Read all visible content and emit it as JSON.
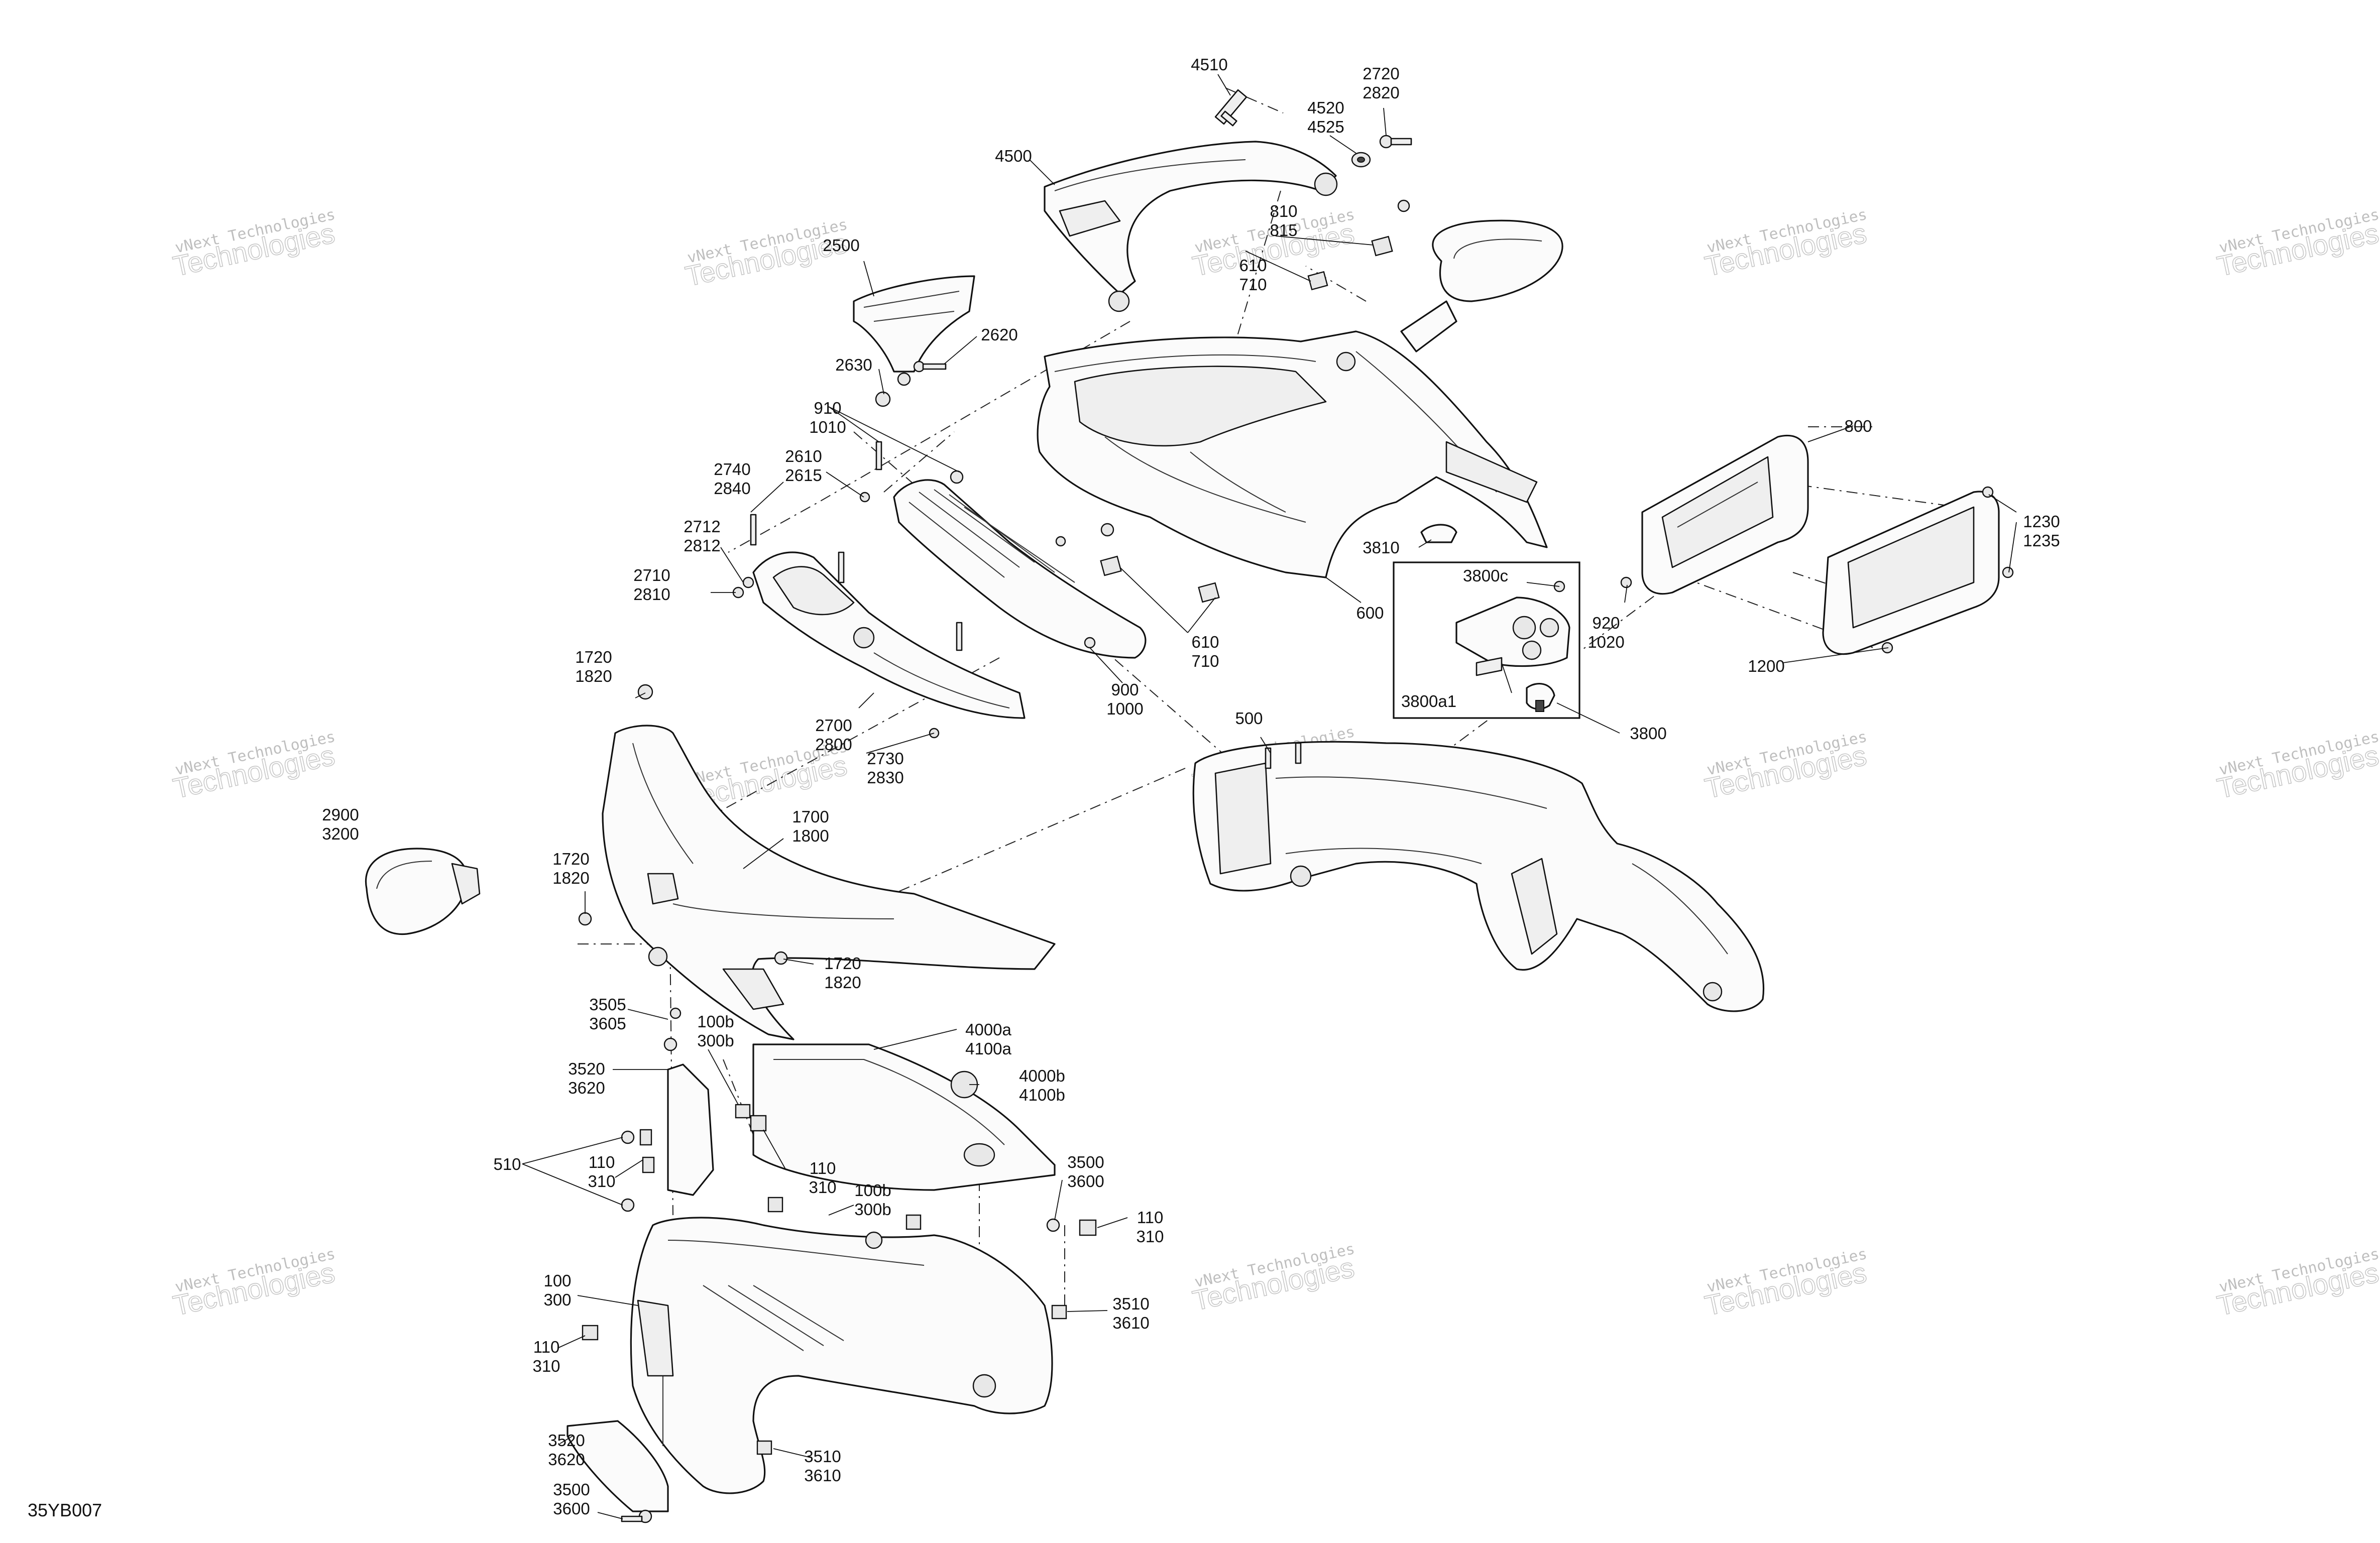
{
  "diagram": {
    "code": "35YB007",
    "watermark": {
      "line1": "vNext Technologies",
      "line2": "Technologies"
    },
    "callouts": [
      {
        "id": "c4510",
        "lines": [
          "4510"
        ]
      },
      {
        "id": "c2720",
        "lines": [
          "2720",
          "2820"
        ]
      },
      {
        "id": "c4520",
        "lines": [
          "4520",
          "4525"
        ]
      },
      {
        "id": "c4500",
        "lines": [
          "4500"
        ]
      },
      {
        "id": "c810",
        "lines": [
          "810",
          "815"
        ]
      },
      {
        "id": "c2500",
        "lines": [
          "2500"
        ]
      },
      {
        "id": "c610a",
        "lines": [
          "610",
          "710"
        ]
      },
      {
        "id": "c2620",
        "lines": [
          "2620"
        ]
      },
      {
        "id": "c2630",
        "lines": [
          "2630"
        ]
      },
      {
        "id": "c910",
        "lines": [
          "910",
          "1010"
        ]
      },
      {
        "id": "c2610",
        "lines": [
          "2610",
          "2615"
        ]
      },
      {
        "id": "c2740",
        "lines": [
          "2740",
          "2840"
        ]
      },
      {
        "id": "c800",
        "lines": [
          "800"
        ]
      },
      {
        "id": "c2712",
        "lines": [
          "2712",
          "2812"
        ]
      },
      {
        "id": "c1230",
        "lines": [
          "1230",
          "1235"
        ]
      },
      {
        "id": "c3810",
        "lines": [
          "3810"
        ]
      },
      {
        "id": "c2710",
        "lines": [
          "2710",
          "2810"
        ]
      },
      {
        "id": "c3800c",
        "lines": [
          "3800c"
        ]
      },
      {
        "id": "c600",
        "lines": [
          "600"
        ]
      },
      {
        "id": "c920",
        "lines": [
          "920",
          "1020"
        ]
      },
      {
        "id": "c610b",
        "lines": [
          "610",
          "710"
        ]
      },
      {
        "id": "c1200",
        "lines": [
          "1200"
        ]
      },
      {
        "id": "c1720a",
        "lines": [
          "1720",
          "1820"
        ]
      },
      {
        "id": "c900",
        "lines": [
          "900",
          "1000"
        ]
      },
      {
        "id": "c3800a1",
        "lines": [
          "3800a1"
        ]
      },
      {
        "id": "c3800",
        "lines": [
          "3800"
        ]
      },
      {
        "id": "c500",
        "lines": [
          "500"
        ]
      },
      {
        "id": "c2700",
        "lines": [
          "2700",
          "2800"
        ]
      },
      {
        "id": "c2730",
        "lines": [
          "2730",
          "2830"
        ]
      },
      {
        "id": "c2900",
        "lines": [
          "2900",
          "3200"
        ]
      },
      {
        "id": "c1700",
        "lines": [
          "1700",
          "1800"
        ]
      },
      {
        "id": "c1720b",
        "lines": [
          "1720",
          "1820"
        ]
      },
      {
        "id": "c1720c",
        "lines": [
          "1720",
          "1820"
        ]
      },
      {
        "id": "c3505",
        "lines": [
          "3505",
          "3605"
        ]
      },
      {
        "id": "c4000a",
        "lines": [
          "4000a",
          "4100a"
        ]
      },
      {
        "id": "c100b1",
        "lines": [
          "100b",
          "300b"
        ]
      },
      {
        "id": "c3520a",
        "lines": [
          "3520",
          "3620"
        ]
      },
      {
        "id": "c4000b",
        "lines": [
          "4000b",
          "4100b"
        ]
      },
      {
        "id": "c510",
        "lines": [
          "510"
        ]
      },
      {
        "id": "c110a",
        "lines": [
          "110",
          "310"
        ]
      },
      {
        "id": "c110b",
        "lines": [
          "110",
          "310"
        ]
      },
      {
        "id": "c3500a",
        "lines": [
          "3500",
          "3600"
        ]
      },
      {
        "id": "c100b2",
        "lines": [
          "100b",
          "300b"
        ]
      },
      {
        "id": "c110c",
        "lines": [
          "110",
          "310"
        ]
      },
      {
        "id": "c100",
        "lines": [
          "100",
          "300"
        ]
      },
      {
        "id": "c3510a",
        "lines": [
          "3510",
          "3610"
        ]
      },
      {
        "id": "c110d",
        "lines": [
          "110",
          "310"
        ]
      },
      {
        "id": "c3520b",
        "lines": [
          "3520",
          "3620"
        ]
      },
      {
        "id": "c3510b",
        "lines": [
          "3510",
          "3610"
        ]
      },
      {
        "id": "c3500b",
        "lines": [
          "3500",
          "3600"
        ]
      }
    ]
  }
}
